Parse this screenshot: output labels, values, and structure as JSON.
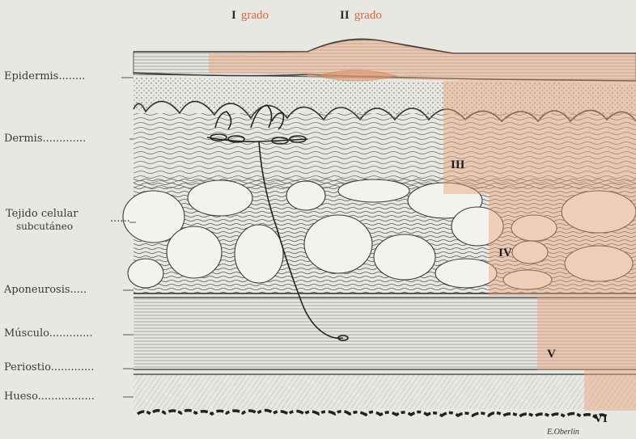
{
  "labels": {
    "epidermis": "Epidermis........",
    "dermis": "Dermis.............",
    "tejido_line1": "Tejido celular",
    "tejido_line2": "subcutáneo",
    "tejido_dots": "......",
    "aponeurosis": "Aponeurosis.....",
    "musculo": "Músculo.............",
    "periostio": "Periostio.............",
    "hueso": "Hueso................."
  },
  "grades": {
    "first_num": "I",
    "first_word": "grado",
    "second_num": "II",
    "second_word": "grado"
  },
  "burn_degrees": [
    "III",
    "IV",
    "V",
    "VI"
  ],
  "signature": "E.Oberlin",
  "colors": {
    "background": "#e9e7e1",
    "burn_tint": "#e8a37c",
    "ink": "#2b2b2b",
    "grade_text": "#d06a3d"
  }
}
